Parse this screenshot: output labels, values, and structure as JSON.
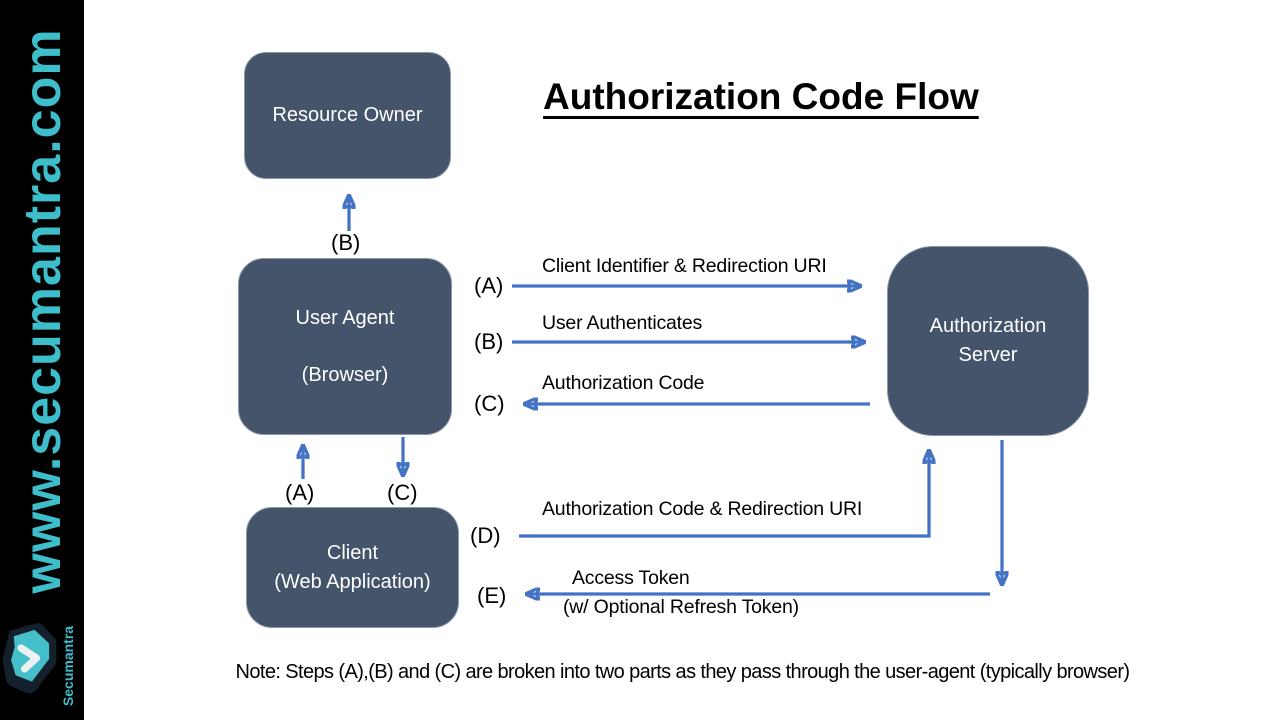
{
  "sidebar": {
    "website": "www.secumantra.com",
    "brand": "Secumantra"
  },
  "title": "Authorization Code Flow",
  "boxes": {
    "resource_owner": {
      "line1": "Resource Owner"
    },
    "user_agent": {
      "line1": "User Agent",
      "line2": "(Browser)"
    },
    "client": {
      "line1": "Client",
      "line2": "(Web Application)"
    },
    "auth_server": {
      "line1": "Authorization",
      "line2": "Server"
    }
  },
  "steps": {
    "b_up": "(B)",
    "a_up": "(A)",
    "c_down": "(C)",
    "a": "(A)",
    "b": "(B)",
    "c": "(C)",
    "d": "(D)",
    "e": "(E)"
  },
  "flow_labels": {
    "a": "Client Identifier & Redirection URI",
    "b": "User Authenticates",
    "c": "Authorization Code",
    "d": "Authorization Code & Redirection URI",
    "e_line1": "Access Token",
    "e_line2": "(w/ Optional Refresh Token)"
  },
  "note": "Note: Steps (A),(B) and (C) are broken into two parts as they pass through the user-agent (typically browser)",
  "colors": {
    "box_fill": "#44546A",
    "arrow_blue": "#4472C4",
    "accent_teal": "#3EBDCB",
    "sidebar_bg": "#000000"
  }
}
